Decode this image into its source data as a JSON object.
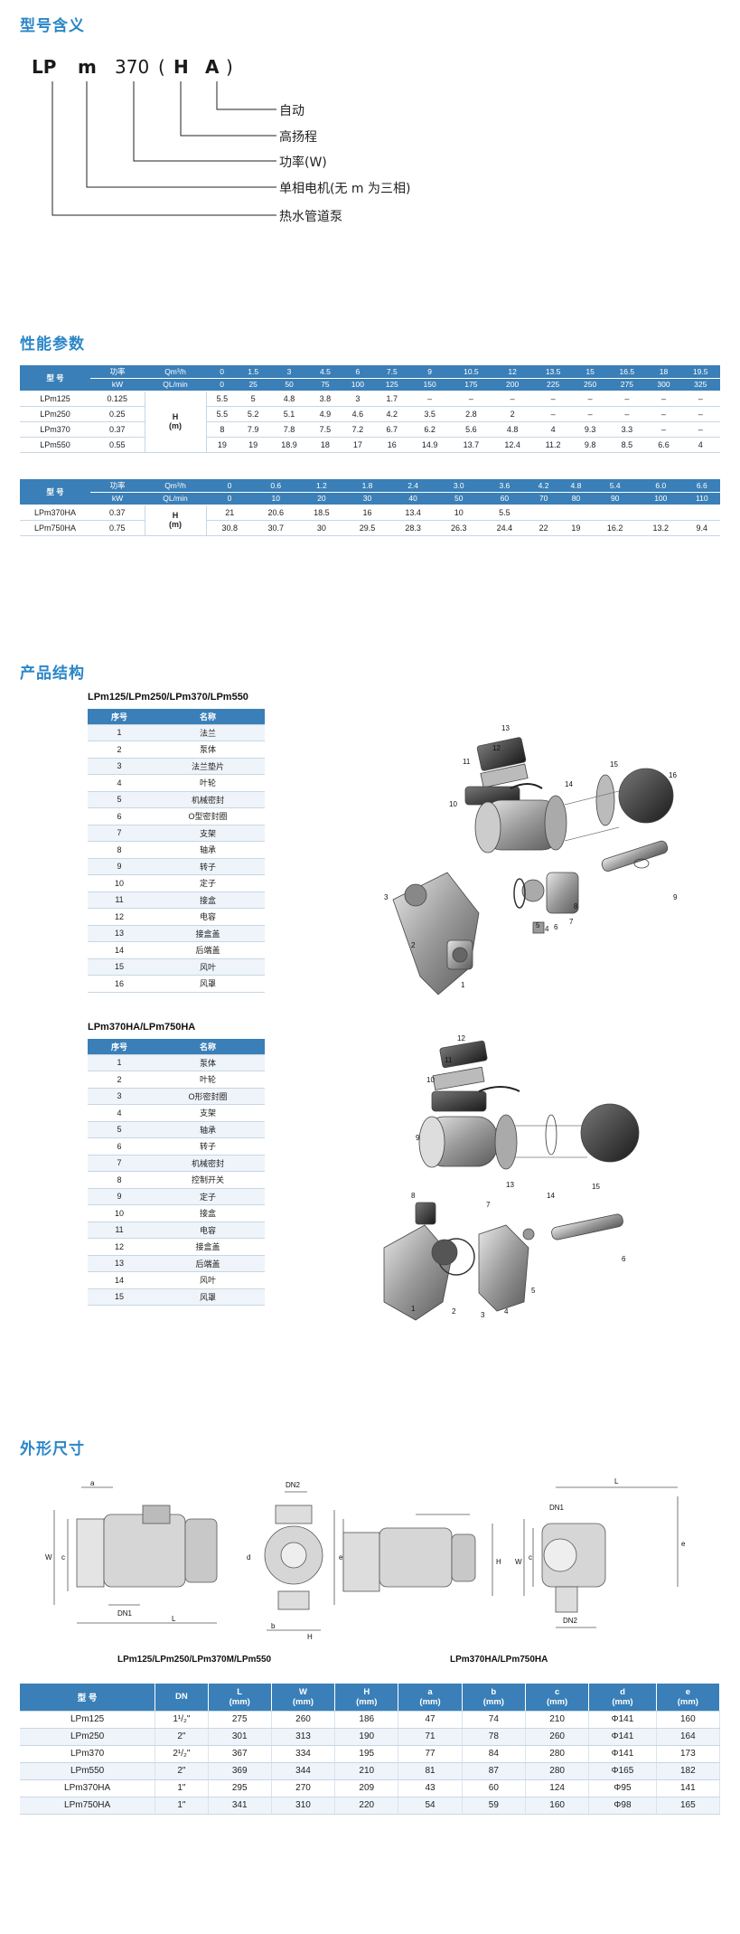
{
  "sections": {
    "model_meaning": "型号含义",
    "performance": "性能参数",
    "structure": "产品结构",
    "dimensions": "外形尺寸"
  },
  "model_code": {
    "parts": [
      "LP",
      "m",
      "370",
      "(",
      "H",
      "A",
      ")"
    ],
    "meanings": [
      "自动",
      "高扬程",
      "功率(W)",
      "单相电机(无 m 为三相)",
      "热水管道泵"
    ]
  },
  "perf_table_1": {
    "h_model": "型 号",
    "h_power": "功率",
    "h_kw": "kW",
    "h_q": "Qm³/h",
    "h_ql": "QL/min",
    "q_m3h": [
      "0",
      "1.5",
      "3",
      "4.5",
      "6",
      "7.5",
      "9",
      "10.5",
      "12",
      "13.5",
      "15",
      "16.5",
      "18",
      "19.5"
    ],
    "q_lmin": [
      "0",
      "25",
      "50",
      "75",
      "100",
      "125",
      "150",
      "175",
      "200",
      "225",
      "250",
      "275",
      "300",
      "325"
    ],
    "h_label": "H",
    "h_unit": "(m)",
    "rows": [
      {
        "model": "LPm125",
        "kw": "0.125",
        "h": [
          "5.5",
          "5",
          "4.8",
          "3.8",
          "3",
          "1.7",
          "–",
          "–",
          "–",
          "–",
          "–",
          "–",
          "–",
          "–"
        ]
      },
      {
        "model": "LPm250",
        "kw": "0.25",
        "h": [
          "5.5",
          "5.2",
          "5.1",
          "4.9",
          "4.6",
          "4.2",
          "3.5",
          "2.8",
          "2",
          "–",
          "–",
          "–",
          "–",
          "–"
        ]
      },
      {
        "model": "LPm370",
        "kw": "0.37",
        "h": [
          "8",
          "7.9",
          "7.8",
          "7.5",
          "7.2",
          "6.7",
          "6.2",
          "5.6",
          "4.8",
          "4",
          "9.3",
          "3.3",
          "–",
          "–"
        ]
      },
      {
        "model": "LPm550",
        "kw": "0.55",
        "h": [
          "19",
          "19",
          "18.9",
          "18",
          "17",
          "16",
          "14.9",
          "13.7",
          "12.4",
          "11.2",
          "9.8",
          "8.5",
          "6.6",
          "4"
        ]
      }
    ]
  },
  "perf_table_2": {
    "h_model": "型 号",
    "h_power": "功率",
    "h_kw": "kW",
    "h_q": "Qm³/h",
    "h_ql": "QL/min",
    "q_m3h": [
      "0",
      "0.6",
      "1.2",
      "1.8",
      "2.4",
      "3.0",
      "3.6",
      "4.2",
      "4.8",
      "5.4",
      "6.0",
      "6.6"
    ],
    "q_lmin": [
      "0",
      "10",
      "20",
      "30",
      "40",
      "50",
      "60",
      "70",
      "80",
      "90",
      "100",
      "110"
    ],
    "h_label": "H",
    "h_unit": "(m)",
    "rows": [
      {
        "model": "LPm370HA",
        "kw": "0.37",
        "h": [
          "21",
          "20.6",
          "18.5",
          "16",
          "13.4",
          "10",
          "5.5",
          "",
          "",
          "",
          "",
          ""
        ]
      },
      {
        "model": "LPm750HA",
        "kw": "0.75",
        "h": [
          "30.8",
          "30.7",
          "30",
          "29.5",
          "28.3",
          "26.3",
          "24.4",
          "22",
          "19",
          "16.2",
          "13.2",
          "9.4"
        ]
      }
    ]
  },
  "parts_1": {
    "title": "LPm125/LPm250/LPm370/LPm550",
    "h_no": "序号",
    "h_name": "名称",
    "items": [
      {
        "no": "1",
        "name": "法兰"
      },
      {
        "no": "2",
        "name": "泵体"
      },
      {
        "no": "3",
        "name": "法兰垫片"
      },
      {
        "no": "4",
        "name": "叶轮"
      },
      {
        "no": "5",
        "name": "机械密封"
      },
      {
        "no": "6",
        "name": "O型密封圈"
      },
      {
        "no": "7",
        "name": "支架"
      },
      {
        "no": "8",
        "name": "轴承"
      },
      {
        "no": "9",
        "name": "转子"
      },
      {
        "no": "10",
        "name": "定子"
      },
      {
        "no": "11",
        "name": "接盒"
      },
      {
        "no": "12",
        "name": "电容"
      },
      {
        "no": "13",
        "name": "接盒盖"
      },
      {
        "no": "14",
        "name": "后端盖"
      },
      {
        "no": "15",
        "name": "风叶"
      },
      {
        "no": "16",
        "name": "风罩"
      }
    ]
  },
  "parts_2": {
    "title": "LPm370HA/LPm750HA",
    "h_no": "序号",
    "h_name": "名称",
    "items": [
      {
        "no": "1",
        "name": "泵体"
      },
      {
        "no": "2",
        "name": "叶轮"
      },
      {
        "no": "3",
        "name": "O形密封圈"
      },
      {
        "no": "4",
        "name": "支架"
      },
      {
        "no": "5",
        "name": "轴承"
      },
      {
        "no": "6",
        "name": "转子"
      },
      {
        "no": "7",
        "name": "机械密封"
      },
      {
        "no": "8",
        "name": "控制开关"
      },
      {
        "no": "9",
        "name": "定子"
      },
      {
        "no": "10",
        "name": "接盒"
      },
      {
        "no": "11",
        "name": "电容"
      },
      {
        "no": "12",
        "name": "接盒盖"
      },
      {
        "no": "13",
        "name": "后端盖"
      },
      {
        "no": "14",
        "name": "风叶"
      },
      {
        "no": "15",
        "name": "风罩"
      }
    ]
  },
  "diagram_labels": {
    "d1": [
      "13",
      "12",
      "11",
      "10",
      "14",
      "15",
      "16",
      "3",
      "2",
      "1",
      "4",
      "5",
      "6",
      "7",
      "8",
      "9"
    ],
    "d2": [
      "12",
      "11",
      "10",
      "9",
      "13",
      "14",
      "15",
      "8",
      "7",
      "1",
      "2",
      "3",
      "4",
      "5",
      "6"
    ]
  },
  "dim_captions": {
    "left": "LPm125/LPm250/LPm370M/LPm550",
    "right": "LPm370HA/LPm750HA"
  },
  "dim_drawing_labels": {
    "a": "a",
    "b": "b",
    "c": "c",
    "d": "d",
    "e": "e",
    "W": "W",
    "H": "H",
    "L": "L",
    "DN1": "DN1",
    "DN2": "DN2"
  },
  "dims_table": {
    "headers": [
      {
        "top": "型 号",
        "bottom": ""
      },
      {
        "top": "DN",
        "bottom": ""
      },
      {
        "top": "L",
        "bottom": "(mm)"
      },
      {
        "top": "W",
        "bottom": "(mm)"
      },
      {
        "top": "H",
        "bottom": "(mm)"
      },
      {
        "top": "a",
        "bottom": "(mm)"
      },
      {
        "top": "b",
        "bottom": "(mm)"
      },
      {
        "top": "c",
        "bottom": "(mm)"
      },
      {
        "top": "d",
        "bottom": "(mm)"
      },
      {
        "top": "e",
        "bottom": "(mm)"
      }
    ],
    "rows": [
      [
        "LPm125",
        "1¹/₂\"",
        "275",
        "260",
        "186",
        "47",
        "74",
        "210",
        "Φ141",
        "160"
      ],
      [
        "LPm250",
        "2\"",
        "301",
        "313",
        "190",
        "71",
        "78",
        "260",
        "Φ141",
        "164"
      ],
      [
        "LPm370",
        "2¹/₂\"",
        "367",
        "334",
        "195",
        "77",
        "84",
        "280",
        "Φ141",
        "173"
      ],
      [
        "LPm550",
        "2\"",
        "369",
        "344",
        "210",
        "81",
        "87",
        "280",
        "Φ165",
        "182"
      ],
      [
        "LPm370HA",
        "1\"",
        "295",
        "270",
        "209",
        "43",
        "60",
        "124",
        "Φ95",
        "141"
      ],
      [
        "LPm750HA",
        "1\"",
        "341",
        "310",
        "220",
        "54",
        "59",
        "160",
        "Φ98",
        "165"
      ]
    ]
  }
}
